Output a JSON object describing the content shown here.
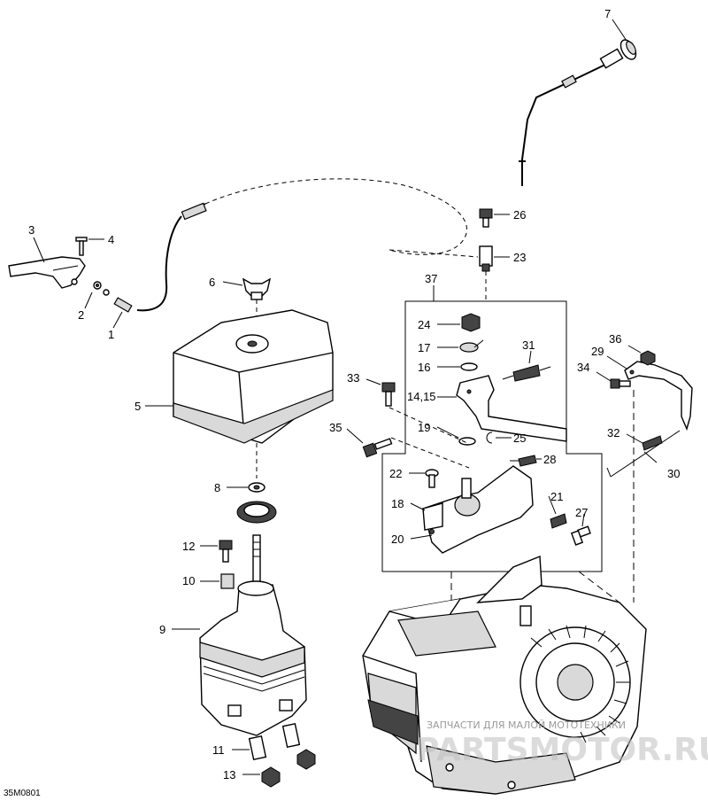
{
  "diagram_code": "35M0801",
  "watermark": {
    "line": "ЗАПЧАСТИ ДЛЯ МАЛОЙ МОТОТЕХНИКИ",
    "logo": "PARTSMOTOR.RU"
  },
  "callouts": [
    {
      "id": "c1",
      "label": "1"
    },
    {
      "id": "c2",
      "label": "2"
    },
    {
      "id": "c3",
      "label": "3"
    },
    {
      "id": "c4",
      "label": "4"
    },
    {
      "id": "c5",
      "label": "5"
    },
    {
      "id": "c6",
      "label": "6"
    },
    {
      "id": "c7",
      "label": "7"
    },
    {
      "id": "c8",
      "label": "8"
    },
    {
      "id": "c9",
      "label": "9"
    },
    {
      "id": "c10",
      "label": "10"
    },
    {
      "id": "c11",
      "label": "11"
    },
    {
      "id": "c12",
      "label": "12"
    },
    {
      "id": "c13",
      "label": "13"
    },
    {
      "id": "c14",
      "label": "14,15"
    },
    {
      "id": "c16",
      "label": "16"
    },
    {
      "id": "c17",
      "label": "17"
    },
    {
      "id": "c18",
      "label": "18"
    },
    {
      "id": "c19",
      "label": "19"
    },
    {
      "id": "c20",
      "label": "20"
    },
    {
      "id": "c21",
      "label": "21"
    },
    {
      "id": "c22",
      "label": "22"
    },
    {
      "id": "c23",
      "label": "23"
    },
    {
      "id": "c24",
      "label": "24"
    },
    {
      "id": "c25",
      "label": "25"
    },
    {
      "id": "c26",
      "label": "26"
    },
    {
      "id": "c27",
      "label": "27"
    },
    {
      "id": "c28",
      "label": "28"
    },
    {
      "id": "c29",
      "label": "29"
    },
    {
      "id": "c30",
      "label": "30"
    },
    {
      "id": "c31",
      "label": "31"
    },
    {
      "id": "c32",
      "label": "32"
    },
    {
      "id": "c33",
      "label": "33"
    },
    {
      "id": "c34",
      "label": "34"
    },
    {
      "id": "c35",
      "label": "35"
    },
    {
      "id": "c36",
      "label": "36"
    },
    {
      "id": "c37",
      "label": "37"
    }
  ]
}
